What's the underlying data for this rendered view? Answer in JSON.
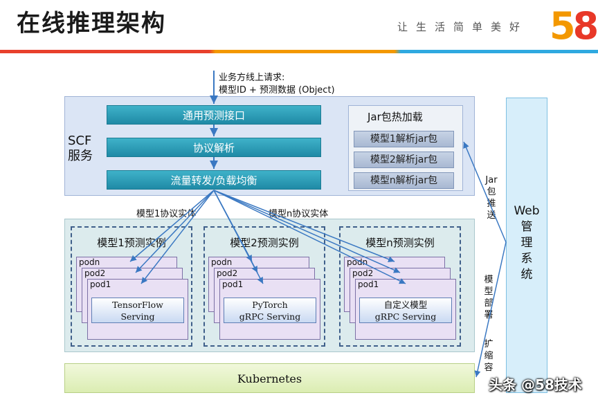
{
  "header": {
    "title": "在线推理架构",
    "slogan": "让生活简单美好",
    "logo_digit_1": "5",
    "logo_digit_2": "8"
  },
  "request": {
    "line1": "业务方线上请求:",
    "line2": "模型ID + 预测数据 (Object)"
  },
  "scf": {
    "label_1": "SCF",
    "label_2": "服务",
    "bars": [
      "通用预测接口",
      "协议解析",
      "流量转发/负载均衡"
    ]
  },
  "jar": {
    "title": "Jar包热加载",
    "items": [
      "模型1解析jar包",
      "模型2解析jar包",
      "模型n解析jar包"
    ]
  },
  "web": {
    "label_lines": [
      "Web",
      "管",
      "理",
      "系",
      "统"
    ]
  },
  "protocol_labels": {
    "model1": "模型1协议实体",
    "modeln": "模型n协议实体"
  },
  "side_labels": {
    "jar_push": [
      "Jar",
      "包",
      "推",
      "送"
    ],
    "deploy": [
      "模",
      "型",
      "部",
      "署"
    ],
    "scale": [
      "扩",
      "缩",
      "容"
    ]
  },
  "instances": [
    {
      "title": "模型1预测实例",
      "pods": [
        "podn",
        "pod2",
        "pod1"
      ],
      "serving_line1": "TensorFlow",
      "serving_line2": "Serving"
    },
    {
      "title": "模型2预测实例",
      "pods": [
        "podn",
        "pod2",
        "pod1"
      ],
      "serving_line1": "PyTorch",
      "serving_line2": "gRPC Serving"
    },
    {
      "title": "模型n预测实例",
      "pods": [
        "podn",
        "pod2",
        "pod1"
      ],
      "serving_line1": "自定义模型",
      "serving_line2": "gRPC Serving"
    }
  ],
  "kubernetes": "Kubernetes",
  "watermark": "头条 @58技术",
  "colors": {
    "bar": "#1f8aa6",
    "arrow": "#3a78c2",
    "scf_bg": "#dbe5f5",
    "instance_bg": "#dcebed",
    "pod_bg": "#e9e0f4",
    "k8s_bg": "#dbedb2",
    "web_bg": "#d7eefa"
  }
}
